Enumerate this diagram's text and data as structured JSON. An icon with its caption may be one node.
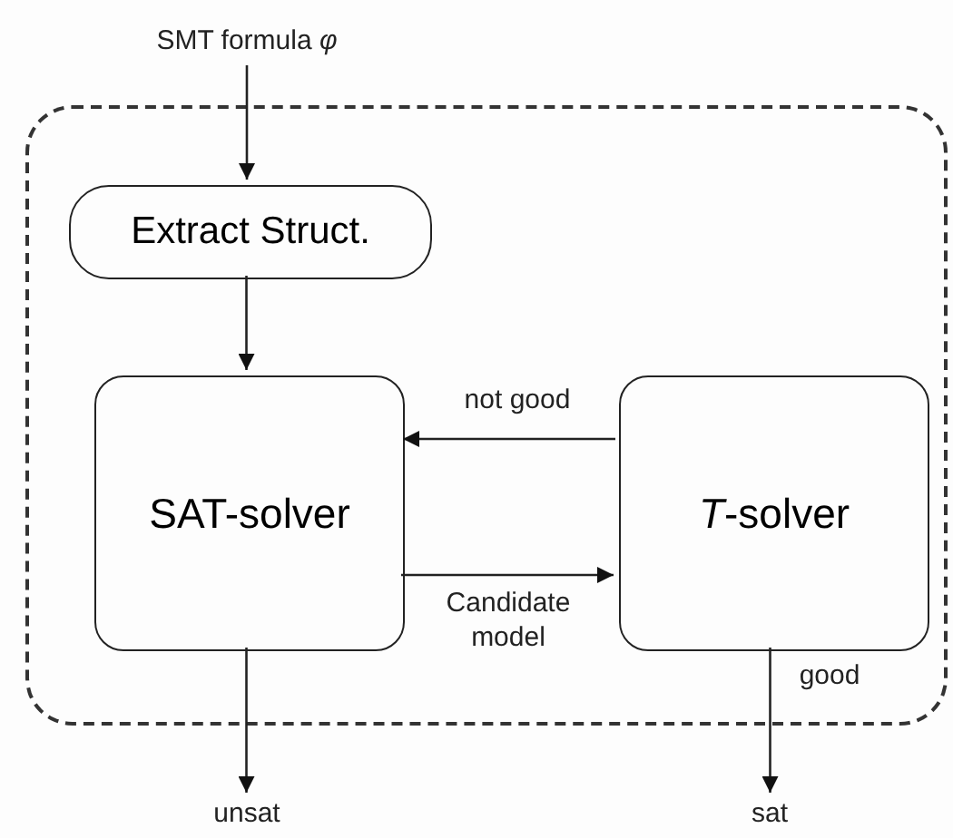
{
  "diagram": {
    "nodes": [
      {
        "text": [
          "SMT formula *φ*"
        ]
      },
      {
        "text": [],
        "shape": "box"
      },
      {
        "text": [
          "Extract Struct."
        ],
        "in": 1
      },
      {
        "text": [
          "SAT-solver"
        ],
        "in": 1
      },
      {
        "text": [
          "*T*-solver"
        ],
        "in": 1
      },
      {
        "text": [
          "unsat"
        ]
      },
      {
        "text": [
          "sat"
        ]
      }
    ],
    "edges": [
      {
        "from": 0,
        "to": 2,
        "arrow": "to"
      },
      {
        "from": 2,
        "to": 3,
        "arrow": "to"
      },
      {
        "from": 4,
        "to": 3,
        "arrow": "to",
        "label": "not good"
      },
      {
        "from": 3,
        "to": 4,
        "arrow": "to",
        "label": "Candidate model"
      },
      {
        "from": 3,
        "to": 5,
        "arrow": "to"
      },
      {
        "from": 4,
        "to": 6,
        "arrow": "to",
        "label": "good"
      }
    ]
  }
}
